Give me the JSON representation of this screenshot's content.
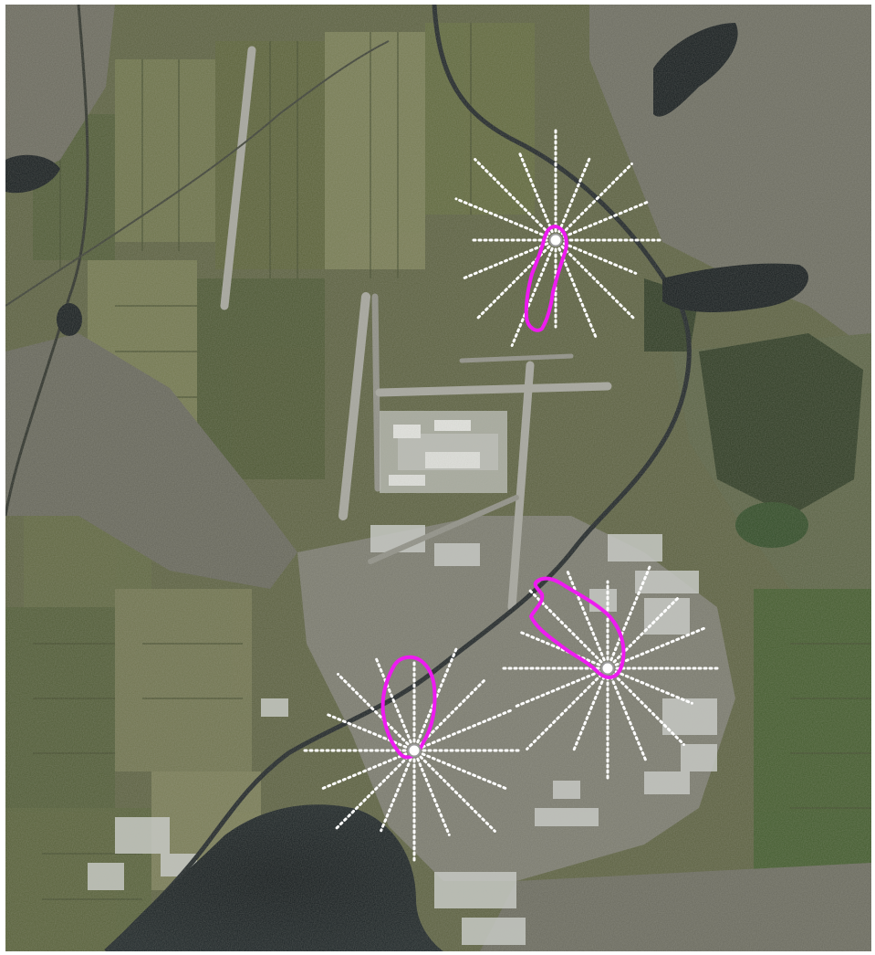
{
  "map": {
    "type": "satellite-imagery",
    "labels": [],
    "colors": {
      "farmland_dark": "#4f5a36",
      "farmland_light": "#7a7f55",
      "urban": "#6f6d62",
      "urban_bright": "#c9ccc8",
      "water": "#161c1f",
      "river": "#1a2022",
      "runway": "#a4a49c",
      "contour": "#ee1bf0",
      "ray": "#ffffff",
      "marker_fill": "#ffffff",
      "marker_ring": "#9a9a9a"
    },
    "stations": [
      {
        "id": "north-station",
        "marker": "radial-rays-with-contour"
      },
      {
        "id": "southeast-station",
        "marker": "radial-rays-with-contour"
      },
      {
        "id": "southwest-station",
        "marker": "radial-rays-with-contour"
      }
    ]
  }
}
